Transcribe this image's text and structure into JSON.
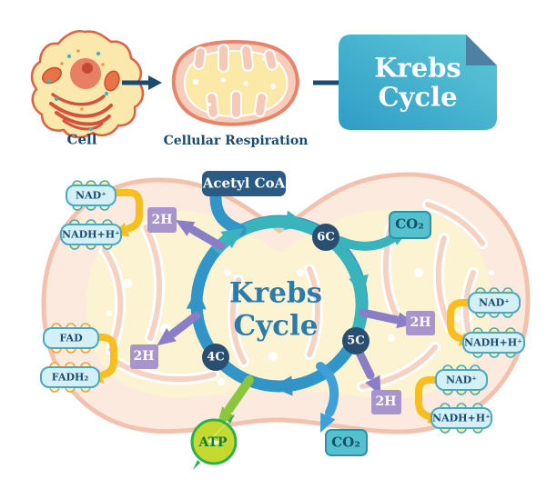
{
  "header": {
    "steps": [
      {
        "label": "Cell"
      },
      {
        "label": "Cellular Respiration"
      }
    ],
    "title": "Krebs Cycle"
  },
  "cycle": {
    "center_label": "Krebs Cycle",
    "input": "Acetyl CoA",
    "nodes": {
      "six": "6C",
      "five": "5C",
      "four": "4C"
    },
    "hydrogen": "2H",
    "co2": "CO₂",
    "atp": "ATP"
  },
  "carriers": {
    "nad_top_left": {
      "oxidized": "NAD⁺",
      "reduced": "NADH+H⁺"
    },
    "nad_mid_right": {
      "oxidized": "NAD⁺",
      "reduced": "NADH+H⁺"
    },
    "nad_bottom_right": {
      "oxidized": "NAD⁺",
      "reduced": "NADH+H⁺"
    },
    "fad": {
      "oxidized": "FAD",
      "reduced": "FADH₂"
    }
  },
  "colors": {
    "ring_blue": "#3295c8",
    "ring_teal": "#3ab4bc",
    "arrow_purple": "#8a7ec6",
    "arrow_yellow": "#f8be1f",
    "arrow_green": "#8cc63f",
    "navy": "#1b4a70",
    "node_fill": "#294e70",
    "carrier_box_fill": "#d3f0f7",
    "carrier_box_border": "#4aa8c0",
    "co2_box": "#55c1ce",
    "hydrogen_box": "#a795cc",
    "atp_fill": "#c6d92e",
    "atp_border": "#2fae4e",
    "title_gradient_start": "#2f9cc6",
    "title_gradient_end": "#5fc9d7"
  }
}
